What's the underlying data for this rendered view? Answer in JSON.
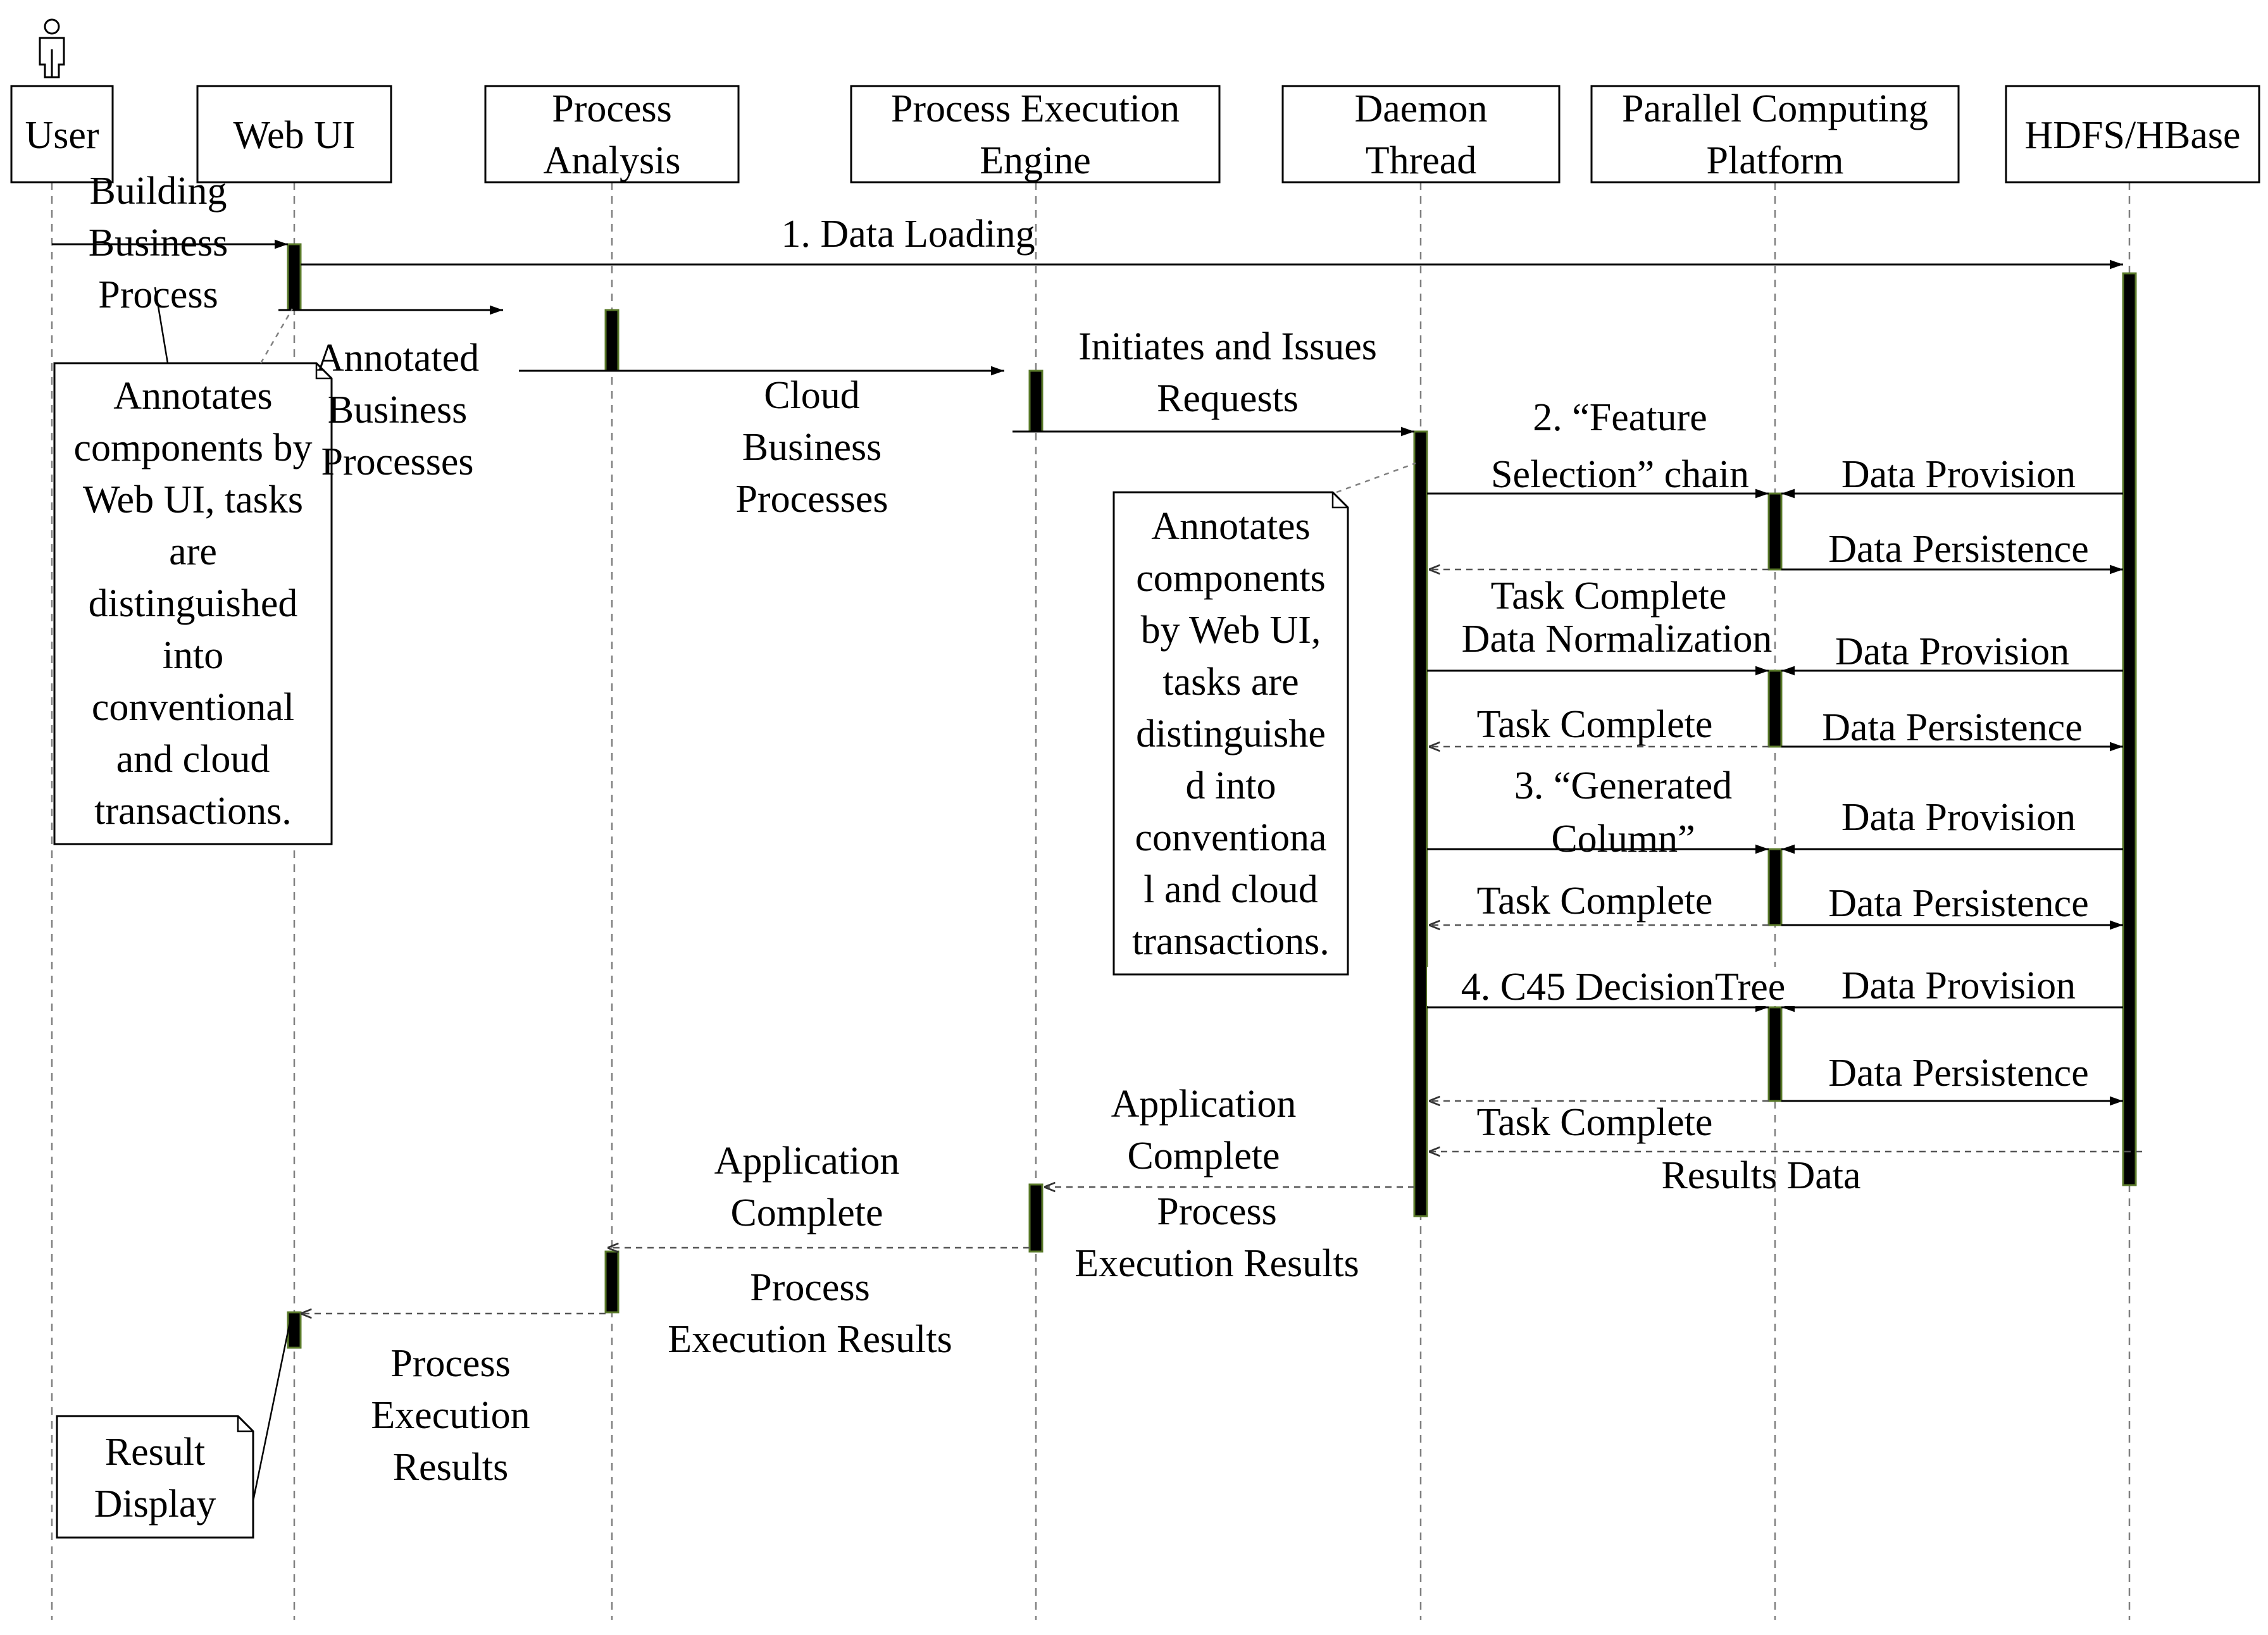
{
  "participants": [
    {
      "key": "user",
      "label": "User"
    },
    {
      "key": "webui",
      "label": "Web UI"
    },
    {
      "key": "analysis",
      "label": [
        "Process",
        "Analysis"
      ]
    },
    {
      "key": "engine",
      "label": [
        "Process Execution",
        "Engine"
      ]
    },
    {
      "key": "daemon",
      "label": [
        "Daemon",
        "Thread"
      ]
    },
    {
      "key": "platform",
      "label": [
        "Parallel Computing",
        "Platform"
      ]
    },
    {
      "key": "hdfs",
      "label": "HDFS/HBase"
    }
  ],
  "messages": {
    "building_process": [
      "Building",
      "Business",
      "Process"
    ],
    "data_loading": "1. Data Loading",
    "annotated_processes": [
      "Annotated",
      "Business",
      "Processes"
    ],
    "cloud_processes": [
      "Cloud",
      "Business",
      "Processes"
    ],
    "initiates_requests": [
      "Initiates and Issues",
      "Requests"
    ],
    "feature_selection": [
      "2.  “Feature",
      "Selection” chain"
    ],
    "data_normalization": "Data Normalization",
    "generated_column": [
      "3.  “Generated",
      "Column”"
    ],
    "c45": "4. C45 DecisionTree",
    "data_provision": "Data  Provision",
    "data_persistence": "Data Persistence",
    "task_complete": "Task Complete",
    "results_data": "Results Data",
    "app_complete": [
      "Application",
      "Complete"
    ],
    "process_results_2": [
      "Process",
      "Execution Results"
    ],
    "process_results_3": [
      "Process",
      "Execution",
      "Results"
    ]
  },
  "notes": {
    "left": [
      "Annotates",
      "components by",
      "Web UI, tasks",
      "are",
      "distinguished",
      "into",
      "conventional",
      "and cloud",
      "transactions."
    ],
    "center": [
      "Annotates",
      "components",
      "by Web UI,",
      "tasks are",
      "distinguishe",
      "d into",
      "conventiona",
      "l and cloud",
      "transactions."
    ],
    "result": [
      "Result",
      "Display"
    ]
  }
}
